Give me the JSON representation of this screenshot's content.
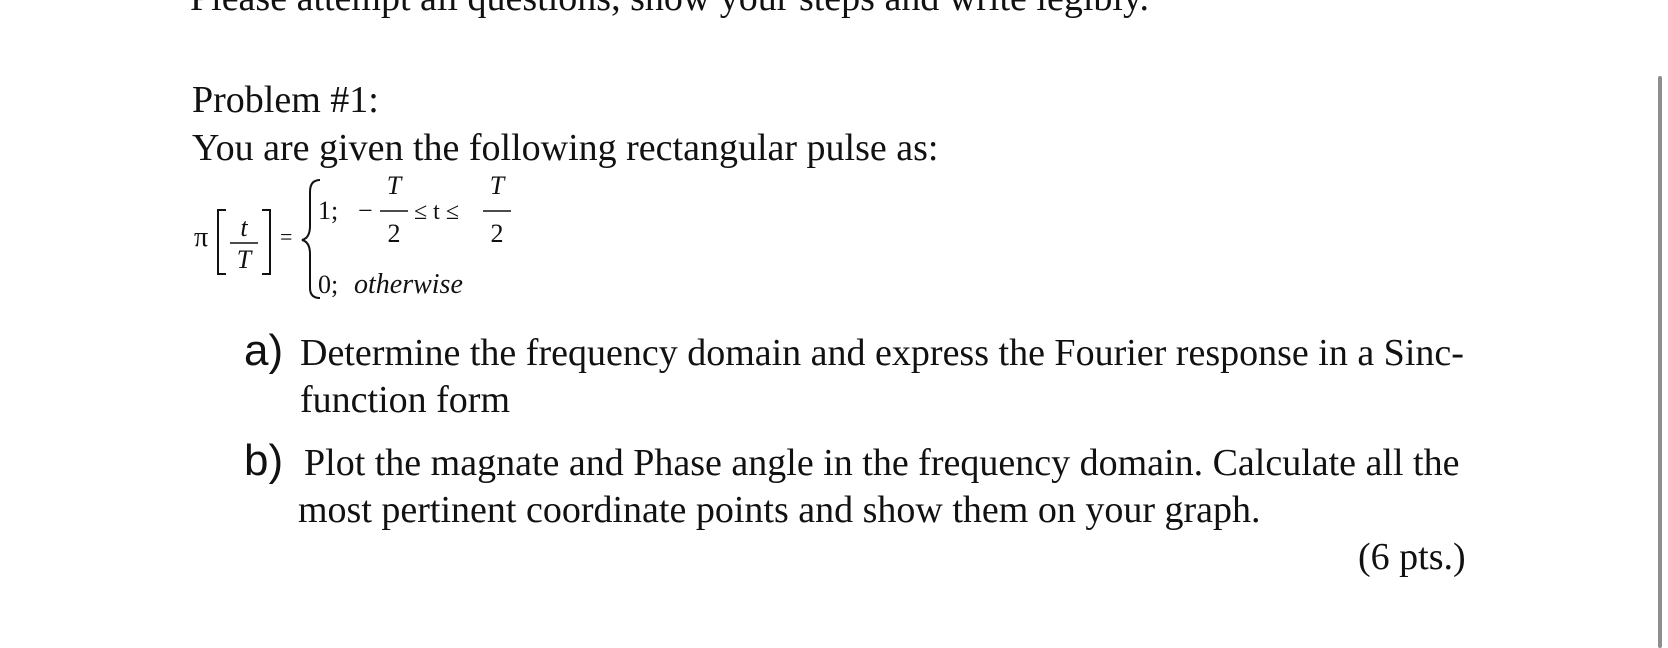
{
  "header": {
    "instructions": "Please attempt all questions, show your steps and write legibly."
  },
  "problem": {
    "title": "Problem #1:",
    "intro": "You are given the following rectangular pulse as:",
    "formula": {
      "func": "π",
      "arg_num": "t",
      "arg_den": "T",
      "equals": "=",
      "case1_value": "1;",
      "case1_minus": "−",
      "case1_left_num": "T",
      "case1_left_den": "2",
      "case1_middle": "≤ t ≤",
      "case1_right_num": "T",
      "case1_right_den": "2",
      "case2_value": "0;",
      "case2_condition": "otherwise"
    },
    "items": [
      {
        "marker": "a)",
        "line1": "Determine the frequency domain and express the Fourier response in a Sinc-",
        "line2": "function form"
      },
      {
        "marker": "b)",
        "line1": "Plot the magnate and Phase angle in the frequency domain. Calculate all the",
        "line2": "most pertinent coordinate points and show them on your graph."
      }
    ],
    "points": "(6 pts.)"
  }
}
